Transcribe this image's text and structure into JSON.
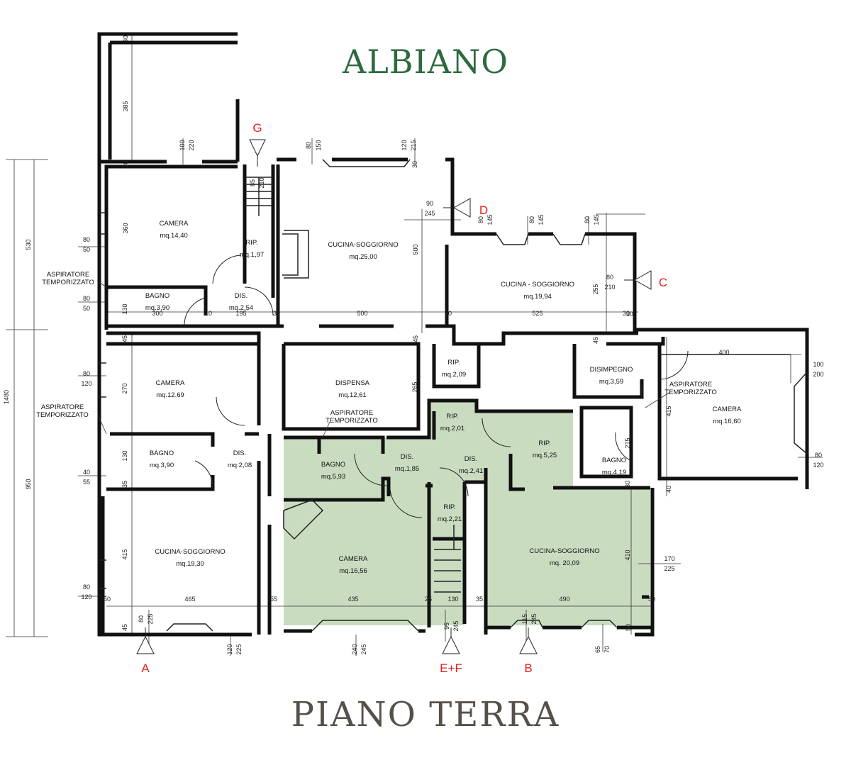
{
  "title": "ALBIANO",
  "subtitle": "PIANO TERRA",
  "colors": {
    "title_top": "#2d6a3e",
    "title_bottom": "#55504a",
    "highlight": "#c9dcc0",
    "wall": "#111111",
    "marker": "#e0201c"
  },
  "rooms": [
    {
      "name": "CAMERA",
      "area": "mq.14,40"
    },
    {
      "name": "RIP.",
      "area": "mq.1,97"
    },
    {
      "name": "CUCINA-SOGGIORNO",
      "area": "mq.25,00"
    },
    {
      "name": "BAGNO",
      "area": "mq.3,90"
    },
    {
      "name": "DIS.",
      "area": "mq.2,54"
    },
    {
      "name": "CUCINA - SOGGIORNO",
      "area": "mq.19,94"
    },
    {
      "name": "CAMERA",
      "area": "mq.12.69"
    },
    {
      "name": "DISPENSA",
      "area": "mq.12,61"
    },
    {
      "name": "RIP.",
      "area": "mq.2,09"
    },
    {
      "name": "DISIMPEGNO",
      "area": "mq.3,59"
    },
    {
      "name": "CAMERA",
      "area": "mq.16,60"
    },
    {
      "name": "BAGNO",
      "area": "mq.3,90"
    },
    {
      "name": "DIS.",
      "area": "mq.2,08"
    },
    {
      "name": "BAGNO",
      "area": "mq.5,93"
    },
    {
      "name": "DIS.",
      "area": "mq.1,85"
    },
    {
      "name": "RIP.",
      "area": "mq.2,01"
    },
    {
      "name": "DIS.",
      "area": "mq.2,41"
    },
    {
      "name": "RIP.",
      "area": "mq.5,25"
    },
    {
      "name": "BAGNO",
      "area": "mq.4,19"
    },
    {
      "name": "RIP.",
      "area": "mq.2,21"
    },
    {
      "name": "CUCINA-SOGGIORNO",
      "area": "mq.19,30"
    },
    {
      "name": "CAMERA",
      "area": "mq.16,56"
    },
    {
      "name": "CUCINA-SOGGIORNO",
      "area": "mq. 20,09"
    }
  ],
  "notes": [
    "ASPIRATORE",
    "TEMPORIZZATO"
  ],
  "markers": [
    "G",
    "D",
    "C",
    "A",
    "E+F",
    "B"
  ],
  "dimensions": [
    "30",
    "385",
    "100",
    "220",
    "30",
    "85",
    "210",
    "80",
    "150",
    "120",
    "215",
    "30",
    "90",
    "245",
    "80",
    "145",
    "80",
    "145",
    "80",
    "145",
    "80",
    "210",
    "255",
    "30",
    "360",
    "80",
    "50",
    "500",
    "80",
    "50",
    "130",
    "300",
    "10",
    "195",
    "30",
    "500",
    "30",
    "525",
    "30",
    "530",
    "1480",
    "45",
    "45",
    "45",
    "400",
    "100",
    "200",
    "80",
    "120",
    "270",
    "265",
    "415",
    "215",
    "80",
    "120",
    "40",
    "55",
    "130",
    "35",
    "30",
    "40",
    "950",
    "415",
    "80",
    "120",
    "50",
    "465",
    "55",
    "435",
    "25",
    "130",
    "35",
    "490",
    "50",
    "410",
    "170",
    "225",
    "45",
    "80",
    "225",
    "120",
    "225",
    "240",
    "245",
    "95",
    "245",
    "115",
    "245",
    "65",
    "70",
    "50"
  ]
}
